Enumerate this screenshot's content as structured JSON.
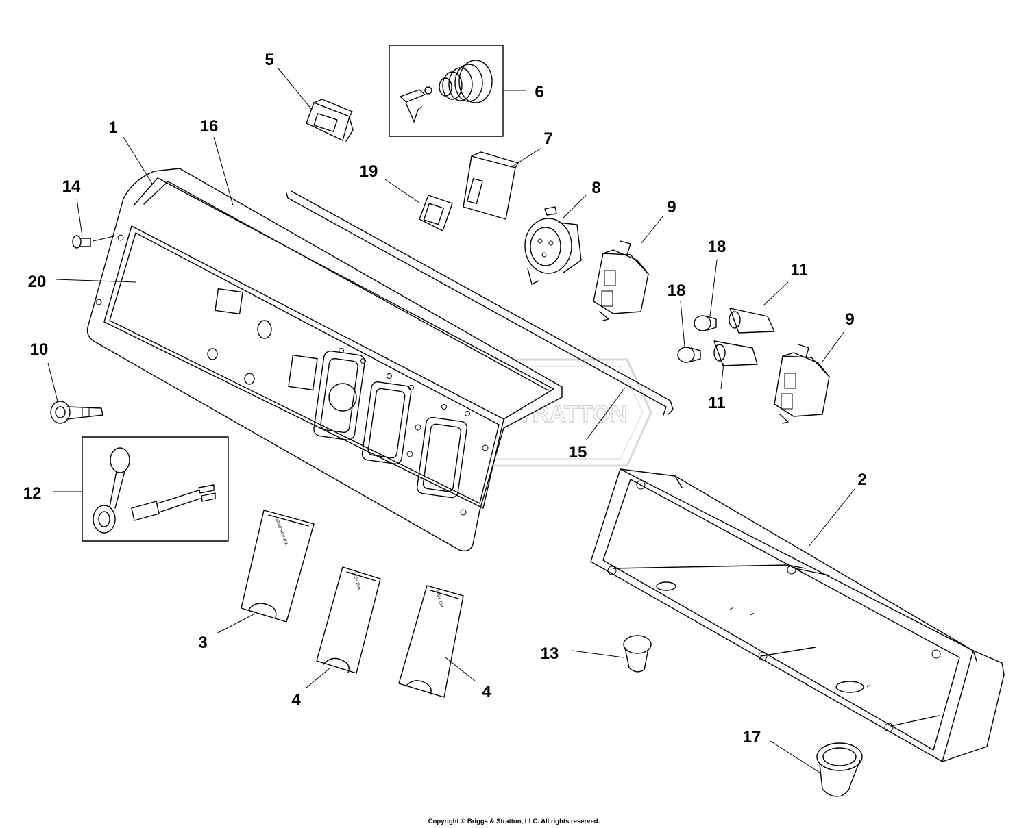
{
  "callouts": [
    {
      "id": "1",
      "label": "1"
    },
    {
      "id": "2",
      "label": "2"
    },
    {
      "id": "3",
      "label": "3"
    },
    {
      "id": "4a",
      "label": "4"
    },
    {
      "id": "4b",
      "label": "4"
    },
    {
      "id": "5",
      "label": "5"
    },
    {
      "id": "6",
      "label": "6"
    },
    {
      "id": "7",
      "label": "7"
    },
    {
      "id": "8",
      "label": "8"
    },
    {
      "id": "9a",
      "label": "9"
    },
    {
      "id": "9b",
      "label": "9"
    },
    {
      "id": "10",
      "label": "10"
    },
    {
      "id": "11a",
      "label": "11"
    },
    {
      "id": "11b",
      "label": "11"
    },
    {
      "id": "12",
      "label": "12"
    },
    {
      "id": "13",
      "label": "13"
    },
    {
      "id": "14",
      "label": "14"
    },
    {
      "id": "15",
      "label": "15"
    },
    {
      "id": "16",
      "label": "16"
    },
    {
      "id": "17",
      "label": "17"
    },
    {
      "id": "18a",
      "label": "18"
    },
    {
      "id": "18b",
      "label": "18"
    },
    {
      "id": "19",
      "label": "19"
    },
    {
      "id": "20",
      "label": "20"
    }
  ],
  "cover_labels": {
    "cover_3": "120V/240V 30A",
    "cover_4a": "120V 20A",
    "cover_4b": "120V 20A"
  },
  "watermark": "BRIGGS&STRATTON",
  "copyright": "Copyright © Briggs & Stratton, LLC. All rights reserved."
}
